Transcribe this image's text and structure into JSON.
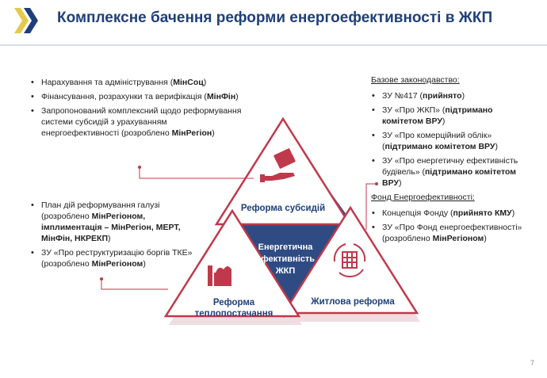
{
  "title": "Комплексне бачення реформи енергоефективності в ЖКП",
  "colors": {
    "navy": "#1f3f7a",
    "triangle_red": "#c0394b",
    "blue_triangle": "#2f4b84",
    "accent": "#e6c84a"
  },
  "icons": {
    "logo": "tridentlike-chevrons-icon",
    "subsidy": "hand-with-money-icon",
    "heat": "factory-icon",
    "housing": "building-recycle-icon"
  },
  "left_top": {
    "items": [
      {
        "pre": "Нарахування та адміністрування (",
        "bold": "МінСоц",
        "post": ")"
      },
      {
        "pre": "Фінансування, розрахунки та верифікація (",
        "bold": "МінФін",
        "post": ")"
      },
      {
        "pre": "Запропонований комплексний щодо реформування системи субсидій з урахуванням енергоефективності (розроблено ",
        "bold": "МінРегіон",
        "post": ")"
      }
    ]
  },
  "left_bottom": {
    "items": [
      {
        "pre": "План дій реформування галузі (розроблено ",
        "bold": "МінРегіоном, імплиментація – МінРегіон, МЕРТ, МінФін, НКРЕКП",
        "post": ")"
      },
      {
        "pre": "ЗУ «Про реструктуризацію боргів ТКЕ» (розроблено ",
        "bold": "МінРегіоном",
        "post": ")"
      }
    ]
  },
  "right": {
    "heading1": "Базове законодавство:",
    "items1": [
      {
        "pre": "ЗУ №417 (",
        "bold": "прийнято",
        "post": ")"
      },
      {
        "pre": "ЗУ «Про ЖКП» (",
        "bold": "підтримано комітетом ВРУ",
        "post": ")"
      },
      {
        "pre": "ЗУ «Про комерційний облік» (",
        "bold": "підтримано комітетом ВРУ",
        "post": ")"
      },
      {
        "pre": "ЗУ «Про енергетичну ефективність будівель» (",
        "bold": "підтримано комітетом ВРУ",
        "post": ")"
      }
    ],
    "heading2": "Фонд Енергоефективності:",
    "items2": [
      {
        "pre": "Концепція Фонду (",
        "bold": "прийнято КМУ",
        "post": ")"
      },
      {
        "pre": "ЗУ «Про Фонд енергоефективності» (розроблено ",
        "bold": "МінРегіоном",
        "post": ")"
      }
    ]
  },
  "triangles": {
    "top_label": "Реформа субсидій",
    "left_label_line1": "Реформа",
    "left_label_line2": "теплопостачання",
    "right_label": "Житлова реформа",
    "center_line1": "Енергетична",
    "center_line2": "ефективність",
    "center_line3": "ЖКП"
  },
  "page_number": "7"
}
